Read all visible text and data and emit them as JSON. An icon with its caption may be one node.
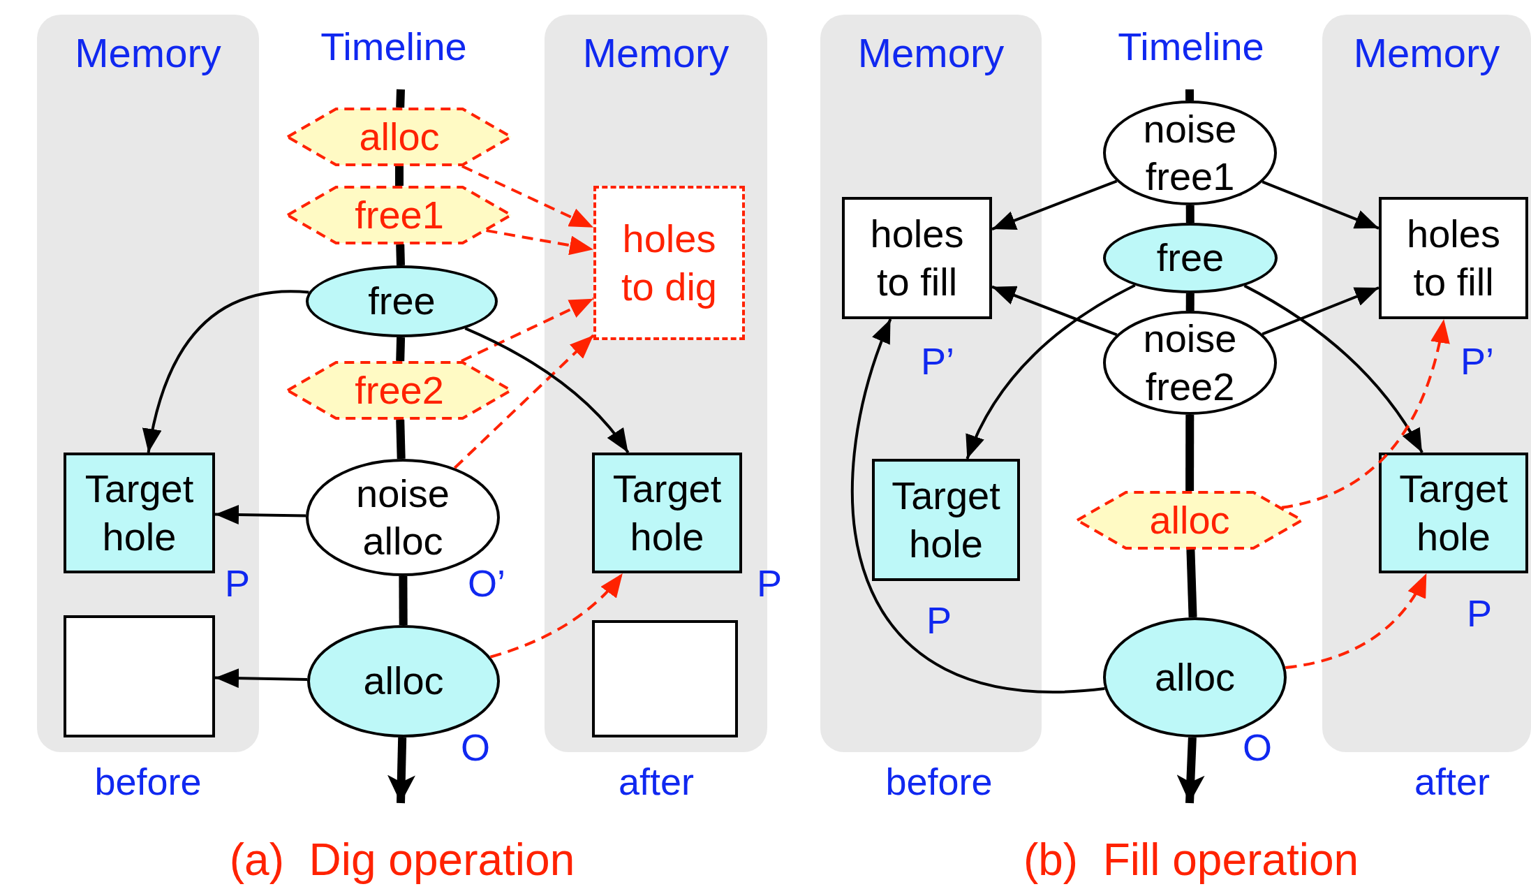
{
  "diagram": {
    "nodes": [
      {
        "text": [
          "Memory"
        ],
        "beside": [
          "before"
        ]
      },
      {
        "text": [
          "Target hole"
        ],
        "in": 0,
        "beside": [
          "P"
        ]
      },
      {
        "text": [],
        "shape": "box",
        "in": 0
      },
      {
        "text": [
          "alloc"
        ]
      },
      {
        "text": [
          "free1"
        ]
      },
      {
        "text": [
          "free"
        ]
      },
      {
        "text": [
          "free2"
        ]
      },
      {
        "text": [
          "noise alloc"
        ],
        "beside": [
          "O’"
        ]
      },
      {
        "text": [
          "alloc"
        ],
        "beside": [
          "O"
        ]
      },
      {
        "text": [
          "Memory"
        ],
        "beside": [
          "after"
        ]
      },
      {
        "text": [
          "holes to dig"
        ],
        "in": 9
      },
      {
        "text": [
          "Target hole"
        ],
        "in": 9,
        "beside": [
          "P"
        ]
      },
      {
        "text": [],
        "shape": "box",
        "in": 9
      },
      {
        "text": [
          "Memory"
        ],
        "beside": [
          "before"
        ]
      },
      {
        "text": [
          "holes to fill"
        ],
        "in": 13,
        "beside": [
          "P’"
        ]
      },
      {
        "text": [
          "Target hole"
        ],
        "in": 13,
        "beside": [
          "P"
        ]
      },
      {
        "text": [
          "noise free1"
        ]
      },
      {
        "text": [
          "free"
        ]
      },
      {
        "text": [
          "noise free2"
        ]
      },
      {
        "text": [
          "alloc"
        ]
      },
      {
        "text": [
          "alloc"
        ],
        "beside": [
          "O"
        ]
      },
      {
        "text": [
          "Memory"
        ],
        "beside": [
          "after"
        ]
      },
      {
        "text": [
          "holes to fill"
        ],
        "in": 21,
        "beside": [
          "P’"
        ]
      },
      {
        "text": [
          "Target hole"
        ],
        "in": 21,
        "beside": [
          "P"
        ]
      }
    ],
    "edges": [
      {
        "from": null,
        "to": 3,
        "arrow": "none",
        "style": "thick"
      },
      {
        "from": 3,
        "to": 4,
        "arrow": "none",
        "style": "thick"
      },
      {
        "from": 4,
        "to": 5,
        "arrow": "none",
        "style": "thick"
      },
      {
        "from": 5,
        "to": 6,
        "arrow": "none",
        "style": "thick"
      },
      {
        "from": 6,
        "to": 7,
        "arrow": "none",
        "style": "thick"
      },
      {
        "from": 7,
        "to": 8,
        "arrow": "none",
        "style": "thick"
      },
      {
        "from": 8,
        "to": null,
        "arrow": "to",
        "style": "thick"
      },
      {
        "from": 3,
        "to": 10,
        "arrow": "to",
        "style": "dashed",
        "color": "#ff2200"
      },
      {
        "from": 4,
        "to": 10,
        "arrow": "to",
        "style": "dashed",
        "color": "#ff2200"
      },
      {
        "from": 6,
        "to": 10,
        "arrow": "to",
        "style": "dashed",
        "color": "#ff2200"
      },
      {
        "from": 7,
        "to": 10,
        "arrow": "to",
        "style": "dashed",
        "color": "#ff2200"
      },
      {
        "from": 5,
        "to": 1,
        "arrow": "to"
      },
      {
        "from": 5,
        "to": 11,
        "arrow": "to"
      },
      {
        "from": 7,
        "to": 1,
        "arrow": "to"
      },
      {
        "from": 8,
        "to": 2,
        "arrow": "to"
      },
      {
        "from": 8,
        "to": 11,
        "arrow": "to",
        "style": "dashed",
        "color": "#ff2200"
      },
      {
        "from": null,
        "to": 16,
        "arrow": "none",
        "style": "thick"
      },
      {
        "from": 16,
        "to": 17,
        "arrow": "none",
        "style": "thick"
      },
      {
        "from": 17,
        "to": 18,
        "arrow": "none",
        "style": "thick"
      },
      {
        "from": 18,
        "to": 19,
        "arrow": "none",
        "style": "thick"
      },
      {
        "from": 19,
        "to": 20,
        "arrow": "none",
        "style": "thick"
      },
      {
        "from": 20,
        "to": null,
        "arrow": "to",
        "style": "thick"
      },
      {
        "from": 16,
        "to": 14,
        "arrow": "to"
      },
      {
        "from": 16,
        "to": 22,
        "arrow": "to"
      },
      {
        "from": 18,
        "to": 14,
        "arrow": "to"
      },
      {
        "from": 18,
        "to": 22,
        "arrow": "to"
      },
      {
        "from": 17,
        "to": 15,
        "arrow": "to"
      },
      {
        "from": 17,
        "to": 23,
        "arrow": "to"
      },
      {
        "from": 20,
        "to": 14,
        "arrow": "to"
      },
      {
        "from": 19,
        "to": 22,
        "arrow": "to",
        "style": "dashed",
        "color": "#ff2200"
      },
      {
        "from": 20,
        "to": 23,
        "arrow": "to",
        "style": "dashed",
        "color": "#ff2200"
      }
    ],
    "labels": [
      "Timeline",
      "Timeline",
      "(a)  Dig operation",
      "(b)  Fill operation"
    ]
  }
}
